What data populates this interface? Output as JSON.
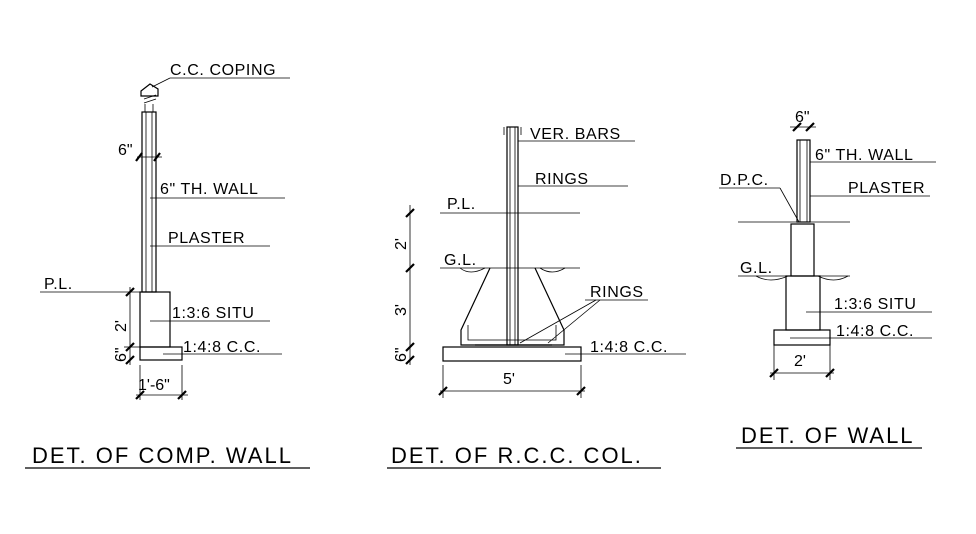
{
  "comp_wall": {
    "coping": "C.C. COPING",
    "wall_thk": "6\"",
    "wall": "6\" TH. WALL",
    "plaster": "PLASTER",
    "pl": "P.L.",
    "depth": "2'",
    "bed": "6\"",
    "situ": "1:3:6 SITU",
    "cc": "1:4:8 C.C.",
    "width": "1'-6\"",
    "title": "DET. OF COMP. WALL"
  },
  "rcc_col": {
    "ver_bars": "VER. BARS",
    "rings_top": "RINGS",
    "pl": "P.L.",
    "gl": "G.L.",
    "dim_2": "2'",
    "dim_3": "3'",
    "dim_6": "6\"",
    "rings_bottom": "RINGS",
    "cc": "1:4:8 C.C.",
    "width": "5'",
    "title": "DET. OF R.C.C. COL."
  },
  "wall": {
    "thk": "6\"",
    "wall": "6\" TH. WALL",
    "dpc": "D.P.C.",
    "plaster": "PLASTER",
    "gl": "G.L.",
    "situ": "1:3:6 SITU",
    "cc": "1:4:8 C.C.",
    "width": "2'",
    "title": "DET. OF WALL"
  }
}
